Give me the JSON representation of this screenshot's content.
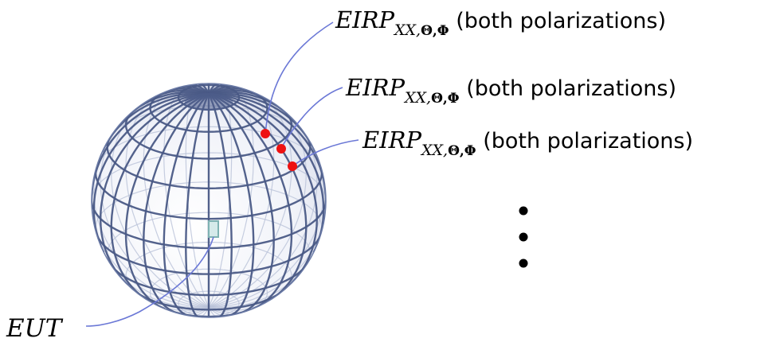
{
  "annotations": [
    {
      "main": "EIRP",
      "sub_italic": "XX,",
      "sub_bold": "Θ,Φ",
      "text": " (both polarizations)"
    },
    {
      "main": "EIRP",
      "sub_italic": "XX,",
      "sub_bold": "Θ,Φ",
      "text": " (both polarizations)"
    },
    {
      "main": "EIRP",
      "sub_italic": "XX,",
      "sub_bold": "Θ,Φ",
      "text": " (both polarizations)"
    }
  ],
  "eut_label": "EUT",
  "colors": {
    "grid": "#4a5a86",
    "grid_light": "#b9c2d8",
    "leader": "#6b78d6",
    "point": "#ee1111",
    "dots": "#000000"
  }
}
